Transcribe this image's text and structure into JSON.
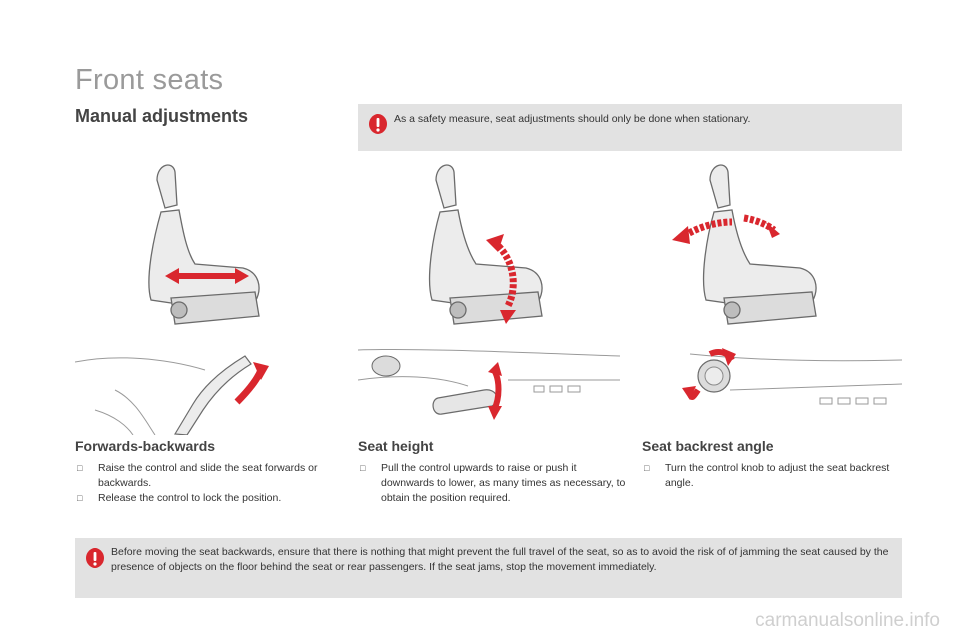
{
  "page": {
    "title": "Front seats",
    "section_title": "Manual adjustments",
    "watermark": "carmanualsonline.info"
  },
  "warnings": {
    "top": "As a safety measure, seat adjustments should only be done when stationary.",
    "bottom": "Before moving the seat backwards, ensure that there is nothing that might prevent the full travel of the seat, so as to avoid the risk of of jamming the seat caused by the presence of objects on the floor behind the seat or rear passengers. If the seat jams, stop the movement immediately."
  },
  "columns": [
    {
      "heading": "Forwards-backwards",
      "bullets": [
        "Raise the control and slide the seat forwards or backwards.",
        "Release the control to lock the position."
      ]
    },
    {
      "heading": "Seat height",
      "bullets": [
        "Pull the control upwards to raise or push it downwards to lower, as many times as necessary, to obtain the position required."
      ]
    },
    {
      "heading": "Seat backrest angle",
      "bullets": [
        "Turn the control knob to adjust the seat backrest angle."
      ]
    }
  ],
  "bullet_marker": "□",
  "colors": {
    "warning_red": "#d9272e",
    "box_grey": "#e2e2e2",
    "arrow_red": "#d9272e"
  },
  "icons": [
    "warning-icon",
    "seat-illustration",
    "control-lever-illustration"
  ]
}
